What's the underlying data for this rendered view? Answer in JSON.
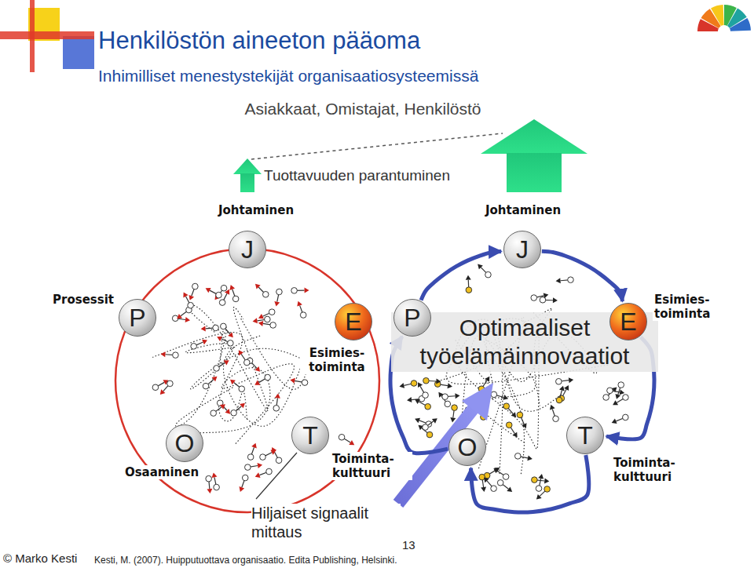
{
  "diagram": {
    "title": "Henkilöstön aineeton pääoma",
    "caption": "Kesti, M. (2007). Huipputuottava organisaatio. Edita Publishing, Helsinki.",
    "nodes": [
      {
        "text": [
          "J",
          "Johtaminen"
        ]
      },
      {
        "text": [
          "P",
          "Prosessit"
        ]
      },
      {
        "text": [
          "E",
          "Esimies- toiminta"
        ]
      },
      {
        "text": [
          "O",
          "Osaaminen"
        ]
      },
      {
        "text": [
          "T",
          "Toiminta- kulttuuri"
        ]
      },
      {
        "text": [
          "J",
          "Johtaminen"
        ]
      },
      {
        "text": [
          "P"
        ]
      },
      {
        "text": [
          "E",
          "Esimies- toiminta"
        ]
      },
      {
        "text": [
          "O"
        ]
      },
      {
        "text": [
          "T",
          "Toiminta- kulttuuri"
        ]
      }
    ],
    "edges": [
      {
        "from": 5,
        "to": 7,
        "arrow": "to"
      },
      {
        "from": 7,
        "to": 9,
        "arrow": "to"
      },
      {
        "from": 9,
        "to": 8,
        "arrow": "to"
      },
      {
        "from": 8,
        "to": 6,
        "arrow": "to"
      },
      {
        "from": 6,
        "to": 5,
        "arrow": "to"
      }
    ],
    "labels": [
      "Inhimilliset menestystekijät organisaatiosysteemissä",
      "Asiakkaat, Omistajat, Henkilöstö",
      "Tuottavuuden parantuminen",
      "Optimaaliset työelämäinnovaatiot",
      "Hiljaiset signaalit mittaus",
      "13",
      "© Marko Kesti"
    ]
  }
}
